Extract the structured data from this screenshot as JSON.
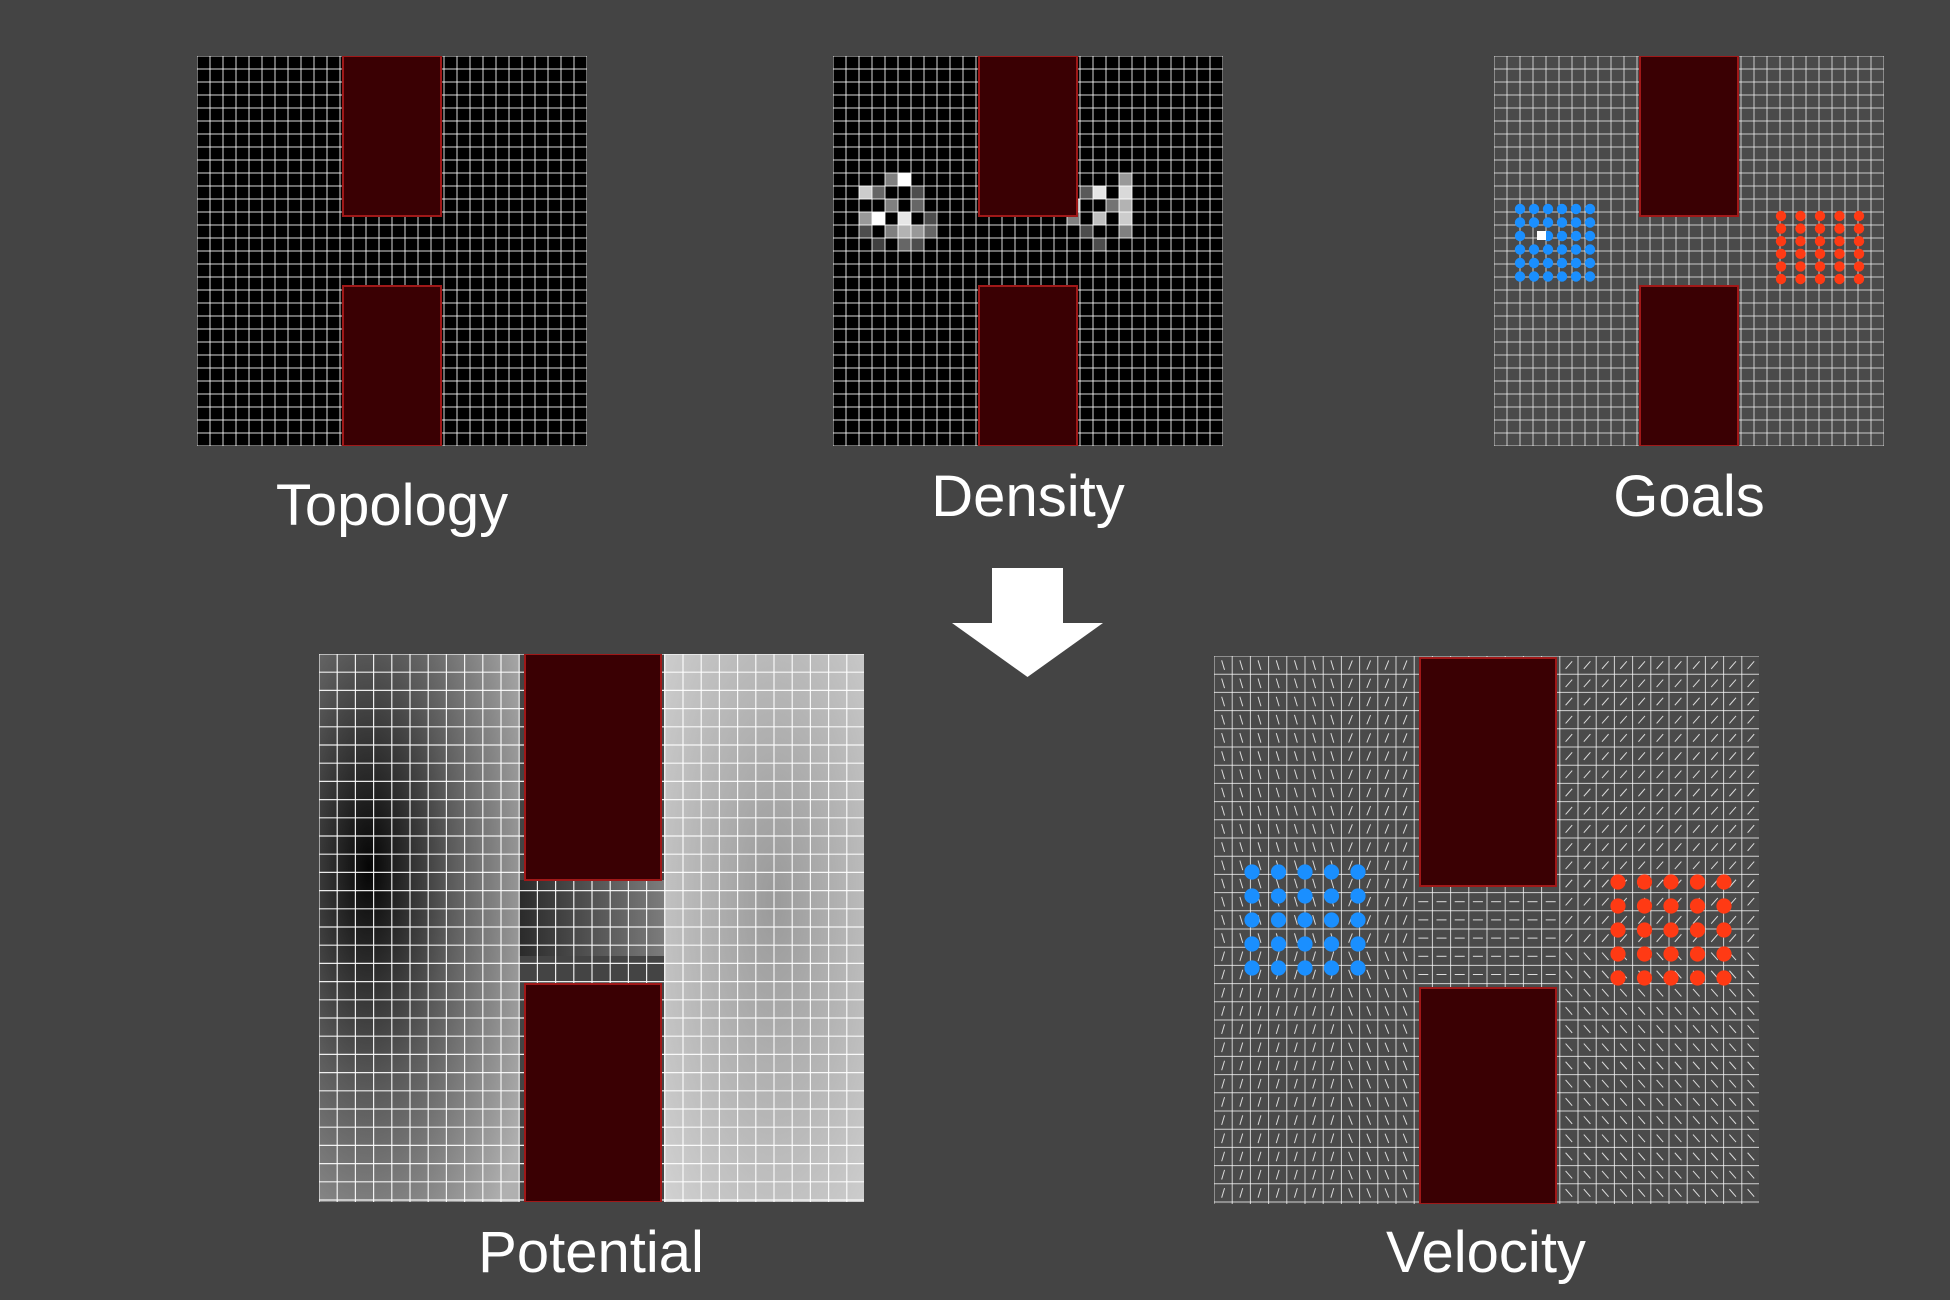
{
  "labels": {
    "topology": "Topology",
    "density": "Density",
    "goals": "Goals",
    "potential": "Potential",
    "velocity": "Velocity"
  },
  "colors": {
    "background": "#444444",
    "obstacle_fill": "#3a0003",
    "obstacle_border": "#a01818",
    "grid_line": "#ffffff",
    "group_a": "#1a8fff",
    "group_b": "#ff3a14",
    "arrow": "#ffffff"
  },
  "icons": {
    "transition": "down-arrow-icon"
  }
}
